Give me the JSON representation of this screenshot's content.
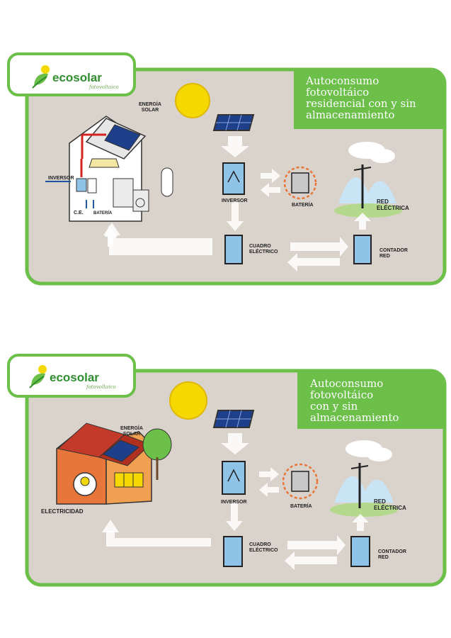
{
  "panels": [
    {
      "logo": {
        "brand": "ecosolar",
        "tagline": "fotovoltaico"
      },
      "title": "Autoconsumo\nfotovoltáico\nresidencial con y sin\nalmacenamiento",
      "labels": {
        "energia_solar": "ENERGÍA\nSOLAR",
        "inversor_small": "INVERSOR",
        "ce": "C.E.",
        "bateria_small": "BATERÍA",
        "inversor": "INVERSOR",
        "bateria": "BATERÍA",
        "red_electrica": "RED\nELÉCTRICA",
        "cuadro_electrico": "CUADRO\nELÉCTRICO",
        "contador_red": "CONTADOR\nRED"
      }
    },
    {
      "logo": {
        "brand": "ecosolar",
        "tagline": "fotovoltaico"
      },
      "title": "Autoconsumo\nfotovoltáico\ncon y sin\nalmacenamiento",
      "labels": {
        "energia_solar": "ENERGÍA\nSOLAR",
        "electricidad": "ELECTRICIDAD",
        "inversor": "INVERSOR",
        "bateria": "BATERÍA",
        "red_electrica": "RED\nELÉCTRICA",
        "cuadro_electrico": "CUADRO\nELÉCTRICO",
        "contador_red": "CONTADOR\nRED"
      }
    }
  ],
  "colors": {
    "panel_bg": "#d9d3cc",
    "border": "#6cc04a",
    "sun": "#f5d800",
    "battery_ring": "#e8763a"
  }
}
